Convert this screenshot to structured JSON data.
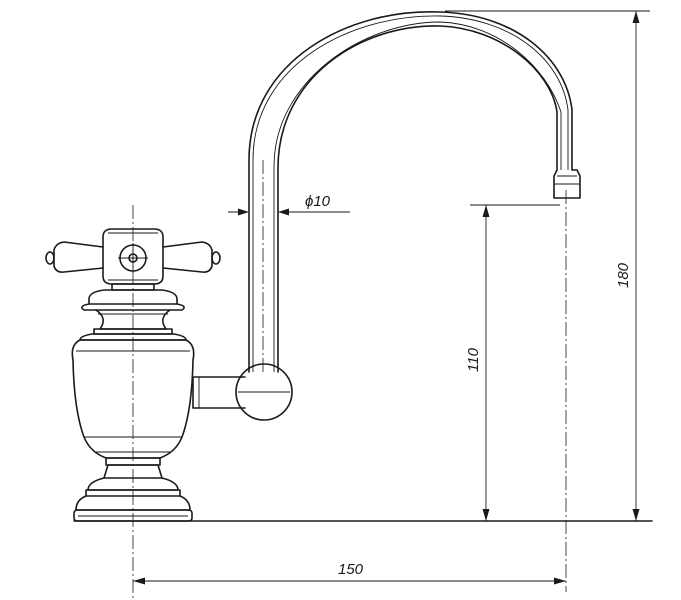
{
  "dimensions": {
    "pipe_diameter": "ϕ10",
    "outlet_height": "110",
    "total_height": "180",
    "reach": "150"
  }
}
